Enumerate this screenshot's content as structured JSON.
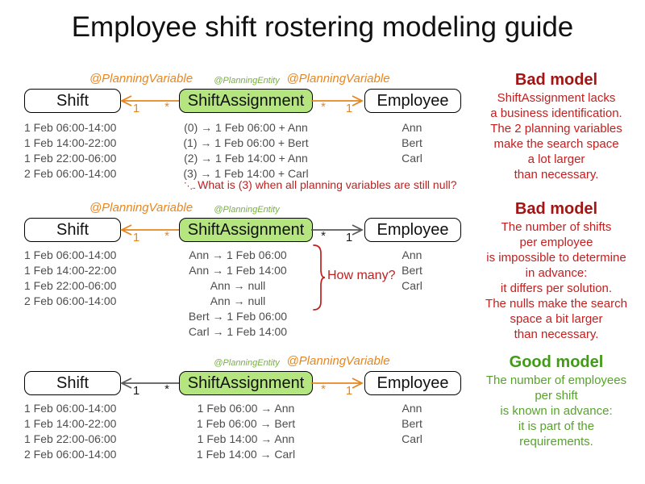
{
  "title": "Employee shift rostering modeling guide",
  "labels": {
    "planning_variable": "@PlanningVariable",
    "planning_entity": "@PlanningEntity",
    "one": "1",
    "many": "*",
    "shift": "Shift",
    "shift_assignment": "ShiftAssignment",
    "employee": "Employee"
  },
  "colors": {
    "orange": "#e8861e",
    "entity_green": "#76b041",
    "box_green_fill": "#b4e57e",
    "gray_arrow": "#5a5a5a",
    "red": "#c02020",
    "bad_heading": "#a21515",
    "good_heading": "#3f9d13",
    "good_body": "#57a32b"
  },
  "shifts": [
    "1 Feb 06:00-14:00",
    "1 Feb 14:00-22:00",
    "1 Feb 22:00-06:00",
    "2 Feb 06:00-14:00"
  ],
  "employees": [
    "Ann",
    "Bert",
    "Carl"
  ],
  "sections": [
    {
      "heading": "Bad model",
      "assignments": [
        "(0) → 1 Feb 06:00 + Ann",
        "(1) → 1 Feb 06:00 + Bert",
        "(2) → 1 Feb 14:00 + Ann",
        "(3) → 1 Feb 14:00 + Carl"
      ],
      "note_prefix": "⋱..",
      "note": "What is (3) when all planning variables are still null?",
      "panel_text": "ShiftAssignment lacks\na business identification.\nThe 2 planning variables\nmake the search space\na lot larger\nthan necessary."
    },
    {
      "heading": "Bad model",
      "assignments": [
        "Ann → 1 Feb 06:00",
        "Ann → 1 Feb 14:00",
        "Ann → null",
        "Ann → null",
        "Bert → 1 Feb 06:00",
        "Carl → 1 Feb 14:00"
      ],
      "brace_label": "How many?",
      "panel_text": "The number of shifts\nper employee\nis impossible to determine\nin advance:\nit differs per solution.\nThe nulls make the search\nspace a bit larger\nthan necessary."
    },
    {
      "heading": "Good model",
      "assignments": [
        "1 Feb 06:00 → Ann",
        "1 Feb 06:00 → Bert",
        "1 Feb 14:00 → Ann",
        "1 Feb 14:00 → Carl"
      ],
      "panel_text": "The number of employees\nper shift\nis known in advance:\nit is part of the\nrequirements."
    }
  ]
}
